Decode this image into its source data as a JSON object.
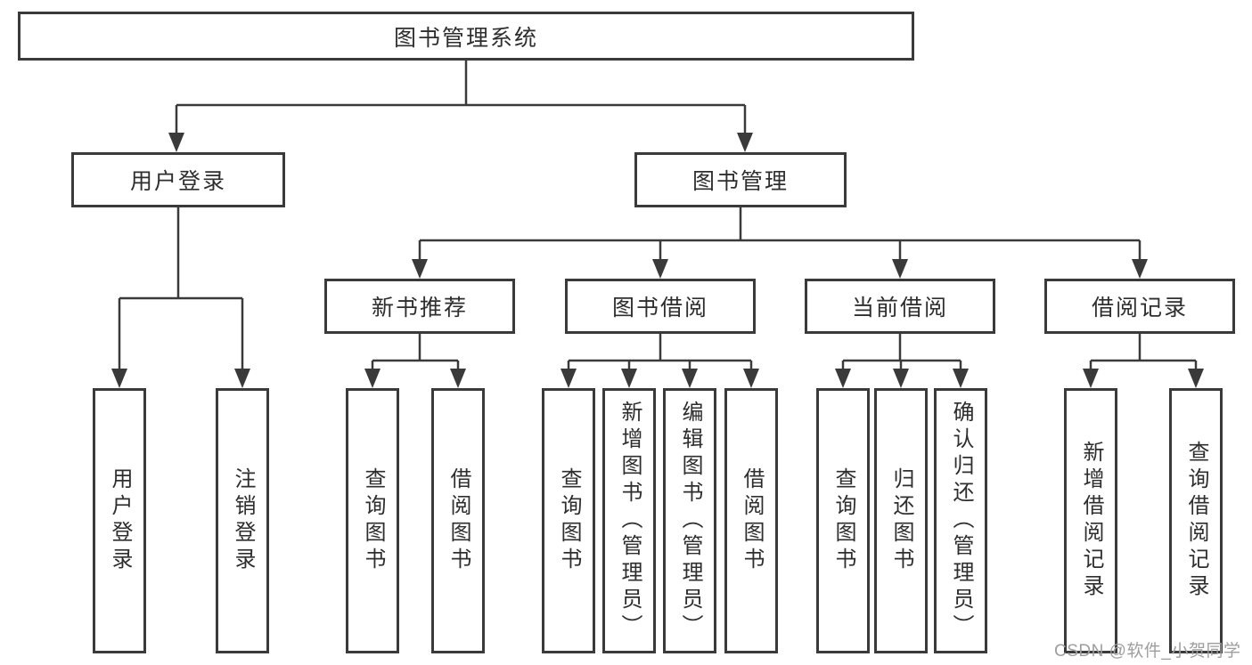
{
  "colors": {
    "line": "#3a3a3a",
    "border": "#3a3a3a",
    "text": "#2e2e2e",
    "background": "#ffffff",
    "watermark": "#9e9e9e"
  },
  "watermark": {
    "text": "CSDN @软件_小贺同学"
  },
  "diagram": {
    "root": {
      "label": "图书管理系统"
    },
    "level1": [
      {
        "label": "用户登录",
        "children": [
          {
            "label": "用户登录"
          },
          {
            "label": "注销登录"
          }
        ]
      },
      {
        "label": "图书管理",
        "children": [
          {
            "label": "新书推荐",
            "children": [
              {
                "label": "查询图书"
              },
              {
                "label": "借阅图书"
              }
            ]
          },
          {
            "label": "图书借阅",
            "children": [
              {
                "label": "查询图书"
              },
              {
                "label": "新增图书（管理员）"
              },
              {
                "label": "编辑图书（管理员）"
              },
              {
                "label": "借阅图书"
              }
            ]
          },
          {
            "label": "当前借阅",
            "children": [
              {
                "label": "查询图书"
              },
              {
                "label": "归还图书"
              },
              {
                "label": "确认归还（管理员）"
              }
            ]
          },
          {
            "label": "借阅记录",
            "children": [
              {
                "label": "新增借阅记录"
              },
              {
                "label": "查询借阅记录"
              }
            ]
          }
        ]
      }
    ]
  }
}
